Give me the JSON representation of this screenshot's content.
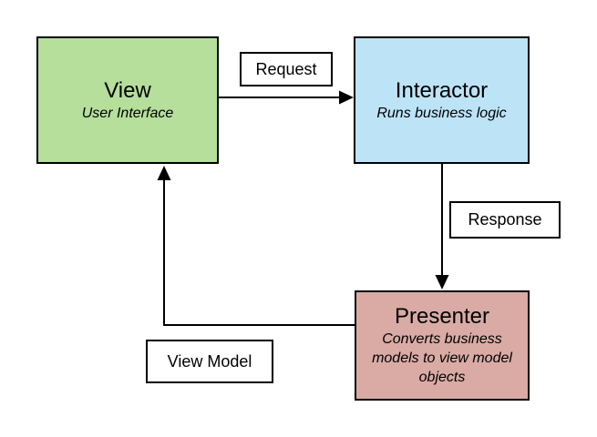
{
  "diagram": {
    "type": "flow-cycle",
    "nodes": {
      "view": {
        "title": "View",
        "subtitle": "User Interface",
        "fill": "#B5DF9B"
      },
      "interactor": {
        "title": "Interactor",
        "subtitle": "Runs business logic",
        "fill": "#BDE3F7"
      },
      "presenter": {
        "title": "Presenter",
        "subtitle": "Converts business models to view model objects",
        "fill": "#D9ABA4"
      }
    },
    "edges": {
      "request": {
        "label": "Request",
        "from": "View",
        "to": "Interactor"
      },
      "response": {
        "label": "Response",
        "from": "Interactor",
        "to": "Presenter"
      },
      "view_model": {
        "label": "View Model",
        "from": "Presenter",
        "to": "View"
      }
    },
    "colors": {
      "background": "#FFFFFF",
      "stroke": "#000000",
      "label_background": "#FFFFFF"
    }
  }
}
